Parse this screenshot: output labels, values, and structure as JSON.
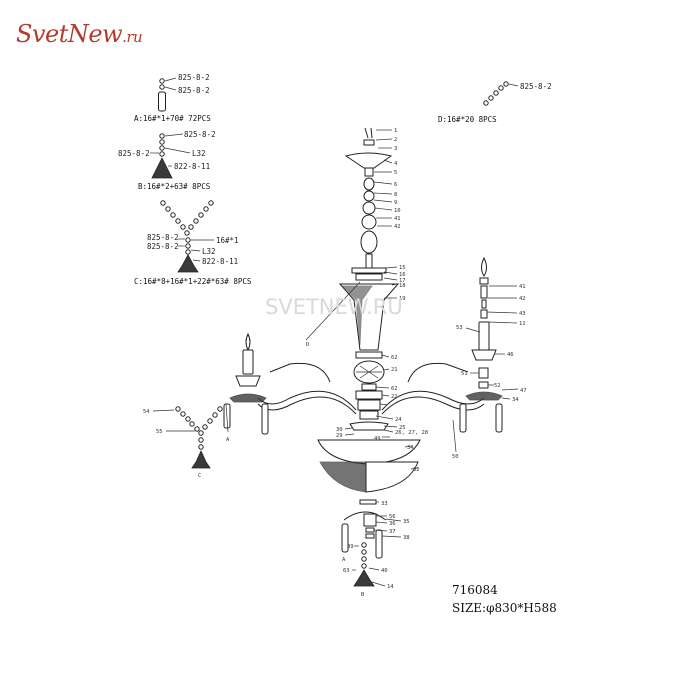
{
  "logo": {
    "main": "SvetNew",
    "tld": ".ru"
  },
  "watermark": "SVETNEW.RU",
  "details": {
    "A": {
      "parts": [
        "825-8-2",
        "825-8-2"
      ],
      "caption": "A:16#*1+70#  72PCS"
    },
    "B": {
      "parts": [
        "825-8-2",
        "825-8-2",
        "L32",
        "822-8-11"
      ],
      "caption": "B:16#*2+63#  8PCS"
    },
    "C": {
      "parts": [
        "825-8-2",
        "825-8-2",
        "16#*1",
        "L32",
        "822-8-11"
      ],
      "caption": "C:16#*8+16#*1+22#*63#  8PCS"
    },
    "D": {
      "parts": [
        "825-8-2"
      ],
      "caption": "D:16#*20   8PCS"
    }
  },
  "callouts": {
    "stem": [
      "1",
      "2",
      "3",
      "4",
      "5",
      "6",
      "8",
      "9",
      "10",
      "41",
      "42"
    ],
    "body": [
      "15",
      "16",
      "17",
      "18",
      "19",
      "62",
      "21",
      "62",
      "22",
      "23",
      "24",
      "25",
      "26, 27, 28",
      "30",
      "29",
      "49",
      "34",
      "32"
    ],
    "arm_right": [
      "41",
      "42",
      "43",
      "11",
      "46",
      "51",
      "52",
      "47",
      "34",
      "50",
      "53"
    ],
    "arm_left": [
      "54",
      "55",
      "A",
      "C",
      "D"
    ],
    "bottom": [
      "33",
      "56",
      "36",
      "37",
      "35",
      "38",
      "A",
      "39",
      "40",
      "63",
      "14",
      "B"
    ]
  },
  "model": "716084",
  "size": "SIZE:φ830*H588"
}
